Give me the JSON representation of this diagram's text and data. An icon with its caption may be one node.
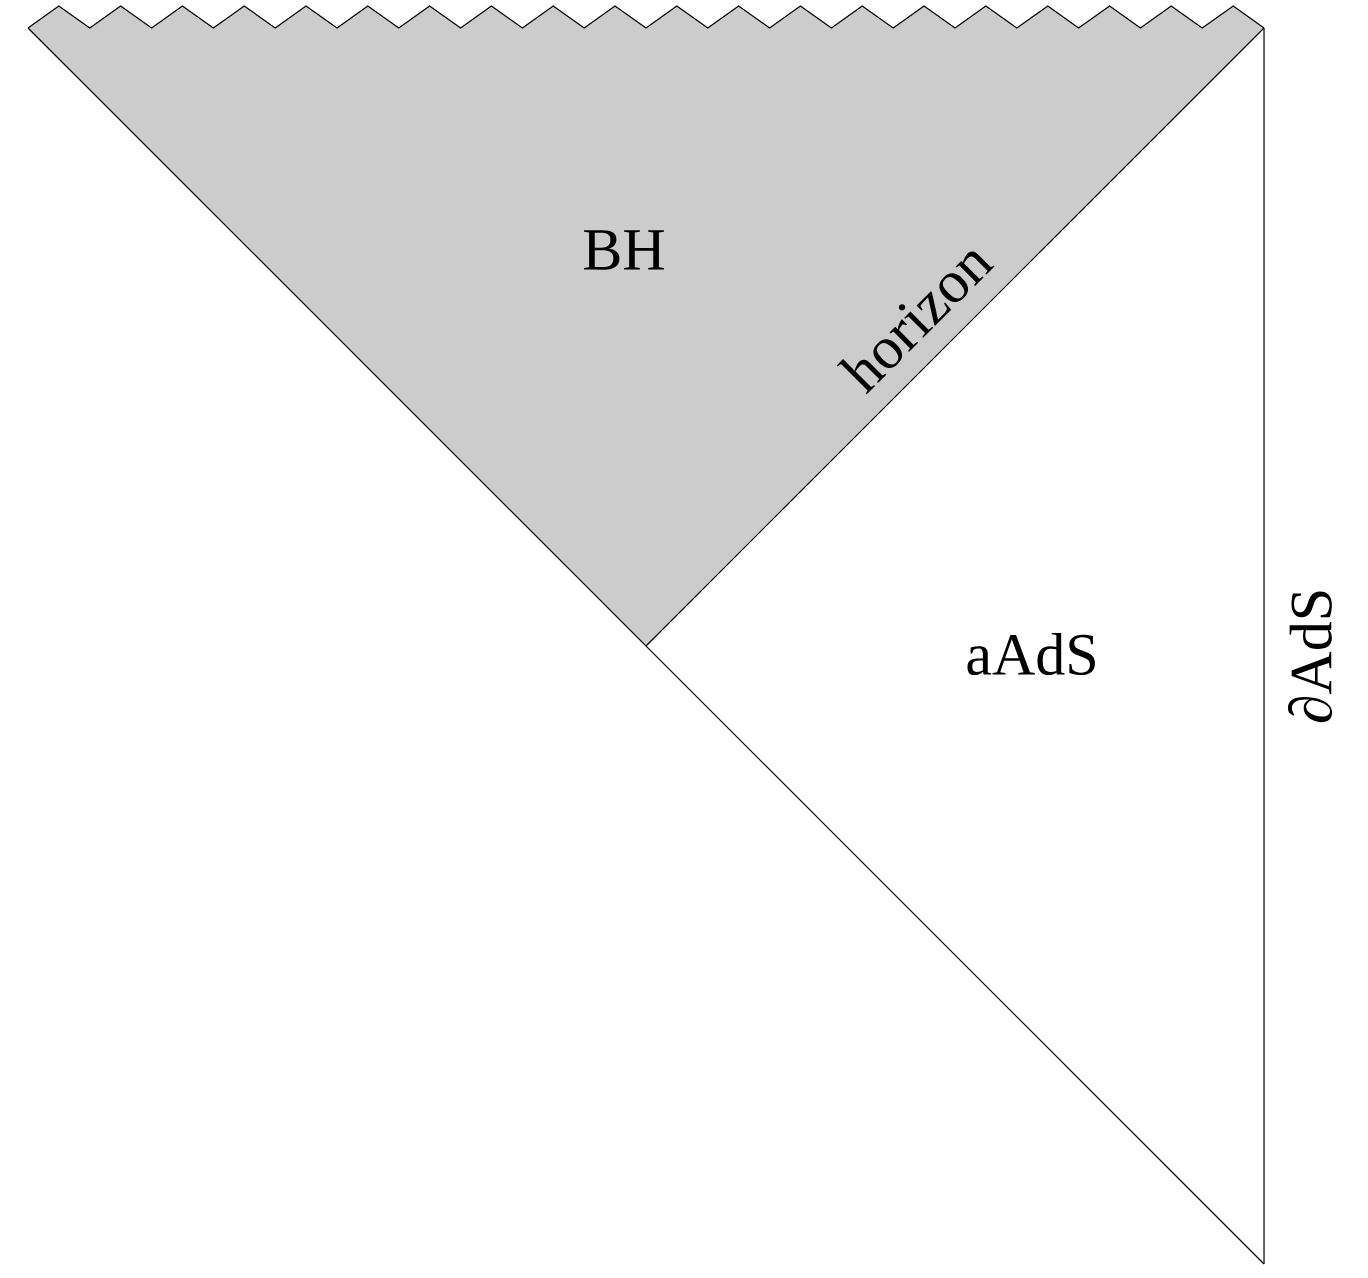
{
  "diagram": {
    "nodes": [
      {
        "text": [
          "BH"
        ]
      }
    ],
    "labels": [
      "horizon",
      "aAdS",
      "∂AdS"
    ]
  }
}
